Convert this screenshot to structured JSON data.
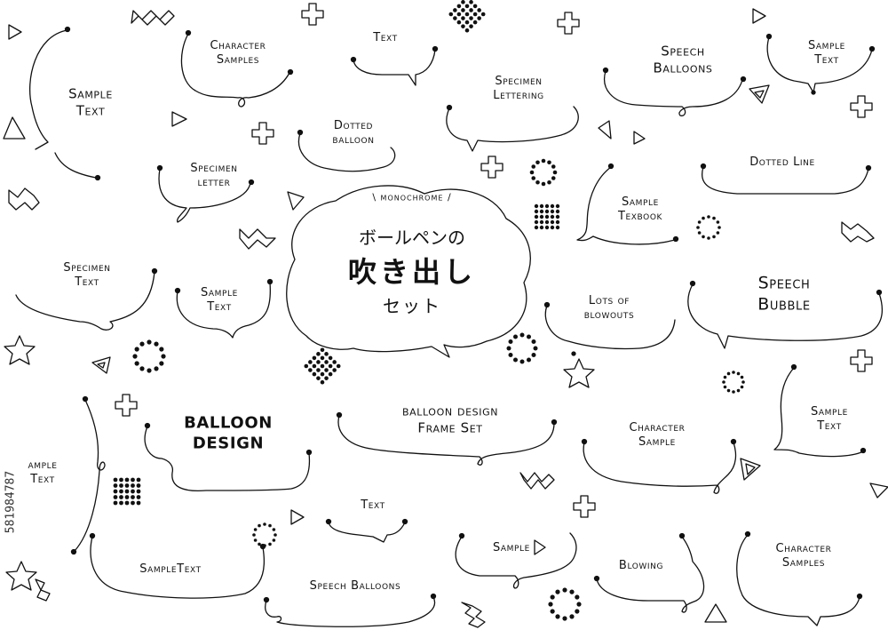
{
  "title": {
    "tag": "\\ monochrome /",
    "line1": "ボールペンの",
    "line2": "吹き出し",
    "line3": "セット"
  },
  "labels": {
    "sample_text_1": "Sample\nText",
    "character_samples_1": "Character\nSamples",
    "text_1": "Text",
    "specimen_lettering": "Specimen\nLettering",
    "speech_balloons_1": "Speech\nBalloons",
    "sample_text_2": "Sample\nText",
    "dotted_balloon": "Dotted\nballoon",
    "specimen_letter": "Specimen\nletter",
    "dotted_line": "Dotted Line",
    "sample_texbook": "Sample\nTexbook",
    "specimen_text": "Specimen\nText",
    "sample_text_3": "Sample\nText",
    "lots_of_blowouts": "Lots of\nblowouts",
    "speech_bubble": "Speech\nBubble",
    "balloon_design": "BALLOON\nDESIGN",
    "balloon_design_frame_set": "balloon design\nFrame Set",
    "character_sample": "Character\nSample",
    "sample_text_4": "Sample\nText",
    "sample_text_5": "ample\nText",
    "text_2": "Text",
    "sampletext": "SampleText",
    "speech_balloons_2": "Speech Balloons",
    "sample": "Sample",
    "blowing": "Blowing",
    "character_samples_2": "Character\nSamples"
  },
  "watermark": "581984787",
  "colors": {
    "ink": "#111111",
    "background": "#ffffff"
  }
}
